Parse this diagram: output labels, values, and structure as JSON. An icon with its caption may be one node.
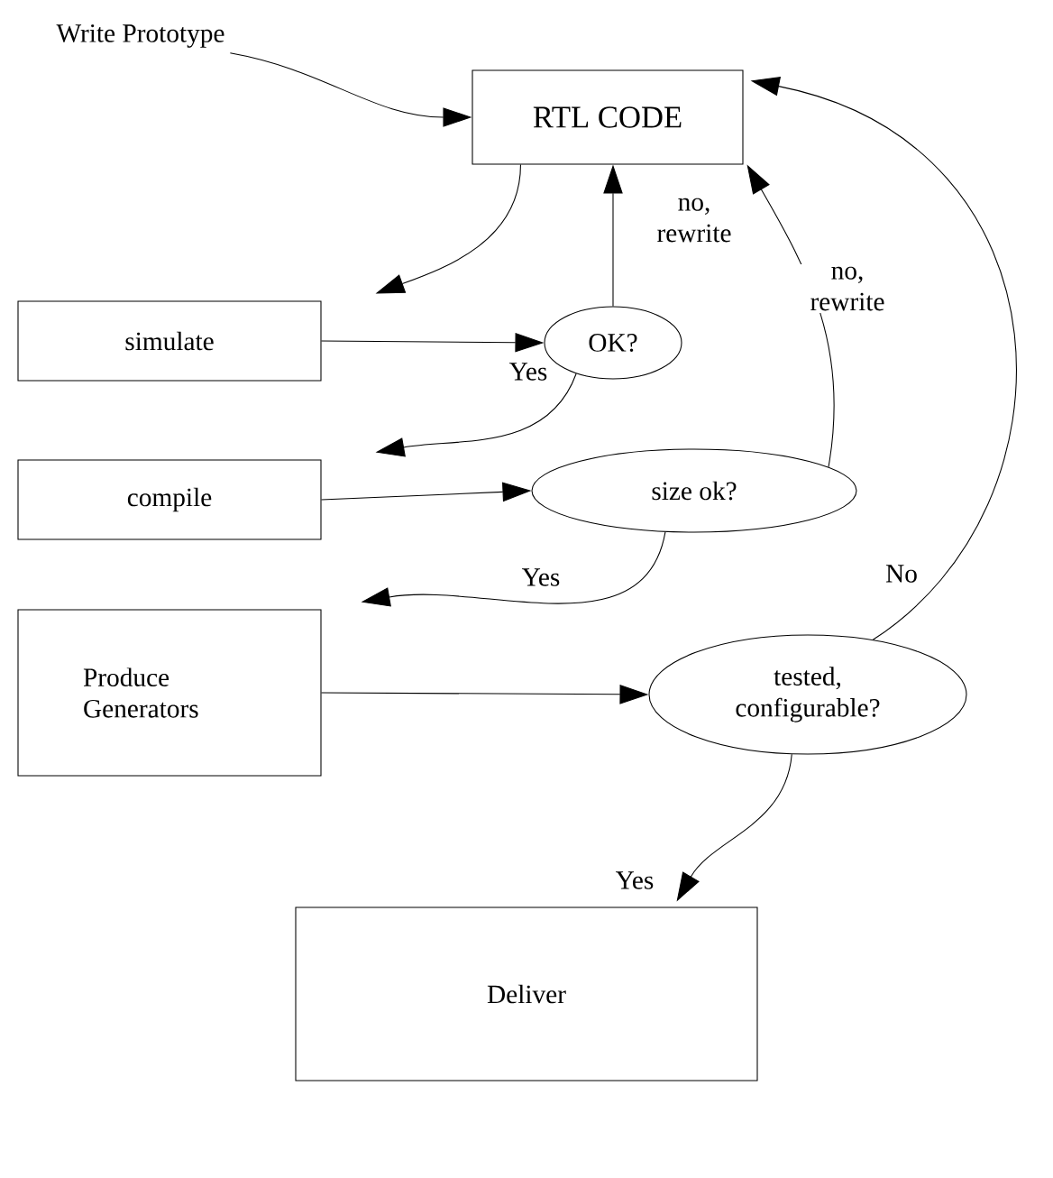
{
  "diagram": {
    "nodes": [
      {
        "text": [
          "Write Prototype"
        ]
      },
      {
        "text": [
          "RTL CODE"
        ]
      },
      {
        "text": [
          "simulate"
        ]
      },
      {
        "text": [
          "OK?"
        ]
      },
      {
        "text": [
          "compile"
        ]
      },
      {
        "text": [
          "size ok?"
        ]
      },
      {
        "text": [
          "Produce Generators"
        ]
      },
      {
        "text": [
          "tested, configurable?"
        ]
      },
      {
        "text": [
          "Deliver"
        ]
      }
    ],
    "edges": [
      {
        "from": 0,
        "to": 1,
        "arrow": "to"
      },
      {
        "from": 1,
        "to": 2,
        "arrow": "to"
      },
      {
        "from": 2,
        "to": 3,
        "arrow": "to"
      },
      {
        "from": 3,
        "to": 1,
        "arrow": "to",
        "label": "no, rewrite"
      },
      {
        "from": 3,
        "to": 4,
        "arrow": "to",
        "label": "Yes"
      },
      {
        "from": 4,
        "to": 5,
        "arrow": "to"
      },
      {
        "from": 5,
        "to": 1,
        "arrow": "to",
        "label": "no, rewrite"
      },
      {
        "from": 5,
        "to": 6,
        "arrow": "to",
        "label": "Yes"
      },
      {
        "from": 6,
        "to": 7,
        "arrow": "to"
      },
      {
        "from": 7,
        "to": 1,
        "arrow": "to",
        "label": "No"
      },
      {
        "from": 7,
        "to": 8,
        "arrow": "to",
        "label": "Yes"
      }
    ]
  }
}
